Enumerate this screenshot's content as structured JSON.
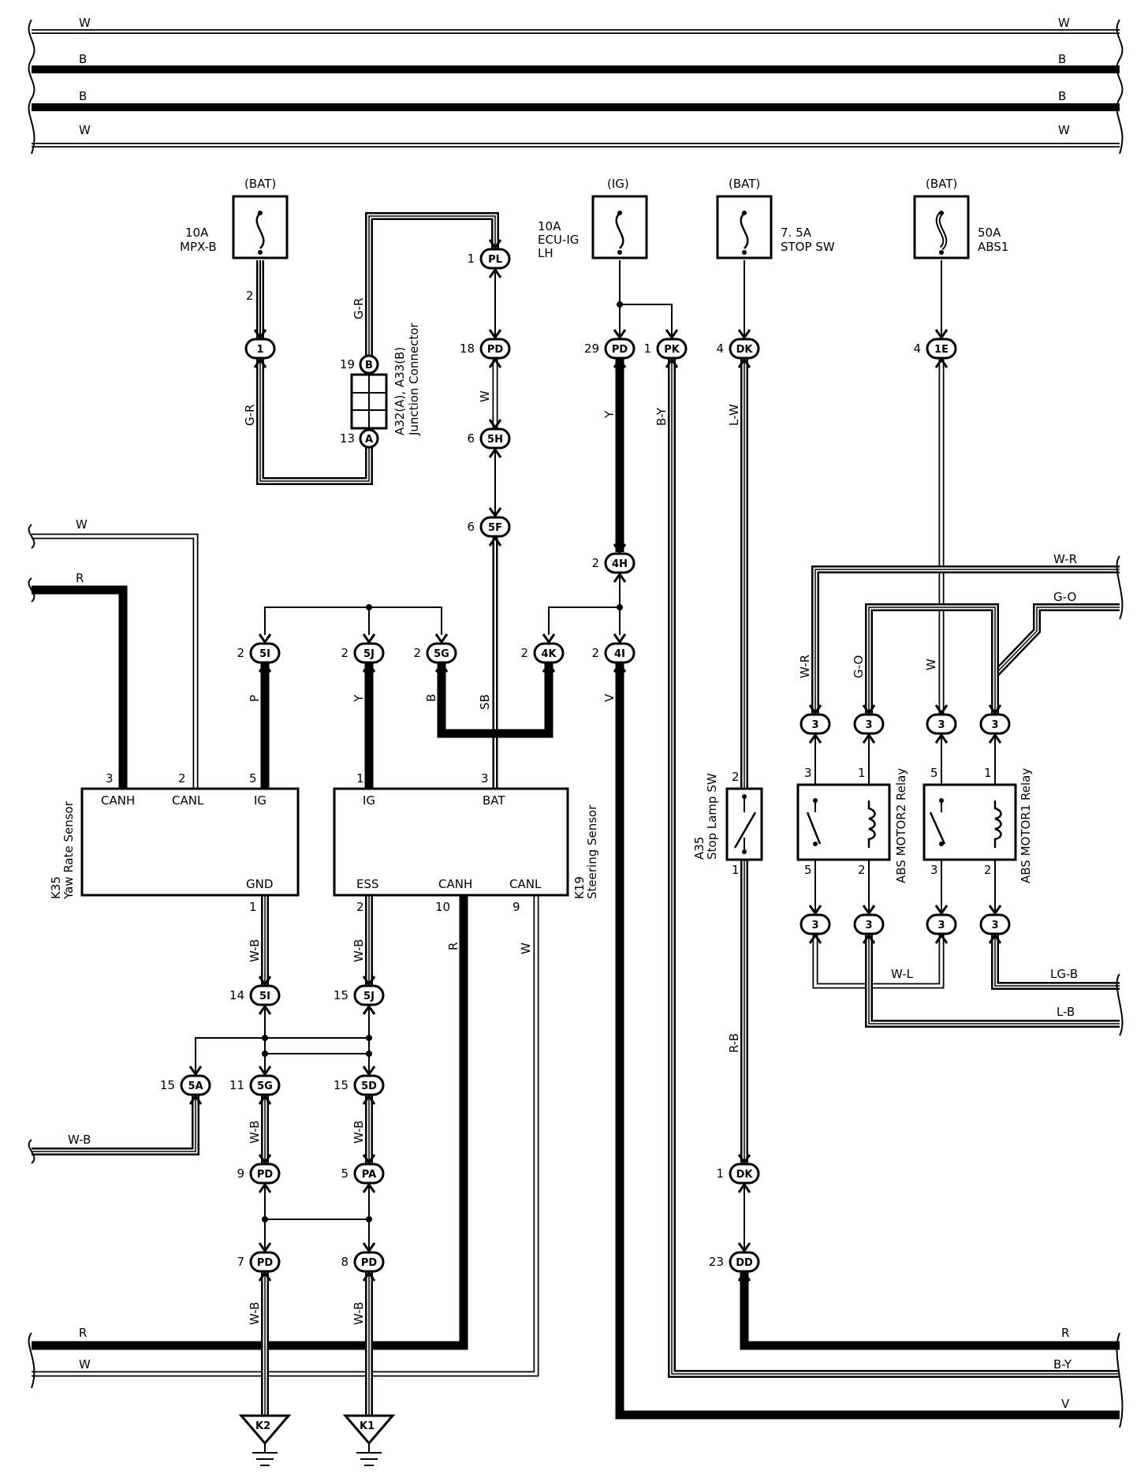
{
  "buses": [
    {
      "id": "bus-w1",
      "label": "W"
    },
    {
      "id": "bus-b1",
      "label": "B"
    },
    {
      "id": "bus-b2",
      "label": "B"
    },
    {
      "id": "bus-w2",
      "label": "W"
    }
  ],
  "fuses": [
    {
      "id": "mpx",
      "supply": "(BAT)",
      "rating": "10A",
      "name": "MPX-B",
      "pin": "2"
    },
    {
      "id": "ecu",
      "supply": "(IG)",
      "rating": "10A",
      "name": "ECU-IG",
      "name2": "LH"
    },
    {
      "id": "stop",
      "supply": "(BAT)",
      "rating": "7. 5A",
      "name": "STOP SW"
    },
    {
      "id": "abs",
      "supply": "(BAT)",
      "rating": "50A",
      "name": "ABS1"
    }
  ],
  "junction": {
    "name": "A32(A), A33(B)",
    "desc": "Junction Connector",
    "pin_b": "19",
    "tag_b": "B",
    "pin_a": "13",
    "tag_a": "A"
  },
  "connectors": [
    {
      "id": "c1",
      "pin": "",
      "tag": "1"
    },
    {
      "id": "pl",
      "pin": "1",
      "tag": "PL"
    },
    {
      "id": "pd18",
      "pin": "18",
      "tag": "PD"
    },
    {
      "id": "h5",
      "pin": "6",
      "tag": "5H"
    },
    {
      "id": "f5",
      "pin": "6",
      "tag": "5F"
    },
    {
      "id": "pd29",
      "pin": "29",
      "tag": "PD"
    },
    {
      "id": "pk",
      "pin": "1",
      "tag": "PK"
    },
    {
      "id": "dk4",
      "pin": "4",
      "tag": "DK"
    },
    {
      "id": "e1",
      "pin": "4",
      "tag": "1E"
    },
    {
      "id": "h4",
      "pin": "2",
      "tag": "4H"
    },
    {
      "id": "i5",
      "pin": "2",
      "tag": "5I"
    },
    {
      "id": "j5",
      "pin": "2",
      "tag": "5J"
    },
    {
      "id": "g5",
      "pin": "2",
      "tag": "5G"
    },
    {
      "id": "k4",
      "pin": "2",
      "tag": "4K"
    },
    {
      "id": "i4",
      "pin": "2",
      "tag": "4I"
    },
    {
      "id": "i5b",
      "pin": "14",
      "tag": "5I"
    },
    {
      "id": "j5b",
      "pin": "15",
      "tag": "5J"
    },
    {
      "id": "a5",
      "pin": "15",
      "tag": "5A"
    },
    {
      "id": "g5b",
      "pin": "11",
      "tag": "5G"
    },
    {
      "id": "d5",
      "pin": "15",
      "tag": "5D"
    },
    {
      "id": "pd9",
      "pin": "9",
      "tag": "PD"
    },
    {
      "id": "pa5",
      "pin": "5",
      "tag": "PA"
    },
    {
      "id": "pd7",
      "pin": "7",
      "tag": "PD"
    },
    {
      "id": "pd8",
      "pin": "8",
      "tag": "PD"
    },
    {
      "id": "dk1",
      "pin": "1",
      "tag": "DK"
    },
    {
      "id": "dd",
      "pin": "23",
      "tag": "DD"
    },
    {
      "id": "r1",
      "pin": "",
      "tag": "3"
    },
    {
      "id": "r2",
      "pin": "",
      "tag": "3"
    },
    {
      "id": "r3",
      "pin": "",
      "tag": "3"
    },
    {
      "id": "r4",
      "pin": "",
      "tag": "3"
    },
    {
      "id": "r5",
      "pin": "",
      "tag": "3"
    },
    {
      "id": "r6",
      "pin": "",
      "tag": "3"
    },
    {
      "id": "r7",
      "pin": "",
      "tag": "3"
    },
    {
      "id": "r8",
      "pin": "",
      "tag": "3"
    }
  ],
  "wires": {
    "gr1": "G-R",
    "gr2": "G-R",
    "w_pd": "W",
    "y": "Y",
    "by": "B-Y",
    "lw": "L-W",
    "w_l": "W",
    "r_l": "R",
    "p": "P",
    "y2": "Y",
    "b": "B",
    "sb": "SB",
    "v": "V",
    "wb1": "W-B",
    "wb2": "W-B",
    "r_mid": "R",
    "w_mid": "W",
    "wb_left": "W-B",
    "wb3": "W-B",
    "wb4": "W-B",
    "wb5": "W-B",
    "wb6": "W-B",
    "rb": "R-B",
    "wr": "W-R",
    "go": "G-O",
    "w_abs": "W",
    "wl": "W-L",
    "wr_r": "W-R",
    "go_r": "G-O",
    "lgb_r": "LG-B",
    "lb_r": "L-B",
    "r_bot_l": "R",
    "w_bot_l": "W",
    "r_bot_r": "R",
    "by_bot_r": "B-Y",
    "v_bot_r": "V"
  },
  "yaw": {
    "code": "K35",
    "name": "Yaw Rate Sensor",
    "canh": "CANH",
    "canl": "CANL",
    "ig": "IG",
    "gnd": "GND",
    "p_canh": "3",
    "p_canl": "2",
    "p_ig": "5",
    "p_gnd": "1"
  },
  "steer": {
    "code": "K19",
    "name": "Steering Sensor",
    "ig": "IG",
    "bat": "BAT",
    "ess": "ESS",
    "canh": "CANH",
    "canl": "CANL",
    "p_ig": "1",
    "p_bat": "3",
    "p_ess": "2",
    "p_canh": "10",
    "p_canl": "9"
  },
  "stopsw": {
    "code": "A35",
    "name": "Stop Lamp SW",
    "p_top": "2",
    "p_bot": "1"
  },
  "relay2": {
    "name": "ABS MOTOR2 Relay",
    "p3": "3",
    "p1": "1",
    "p5": "5",
    "p2": "2"
  },
  "relay1": {
    "name": "ABS MOTOR1 Relay",
    "p5": "5",
    "p1": "1",
    "p3": "3",
    "p2": "2"
  },
  "grounds": [
    {
      "id": "k2",
      "label": "K2"
    },
    {
      "id": "k1",
      "label": "K1"
    }
  ]
}
